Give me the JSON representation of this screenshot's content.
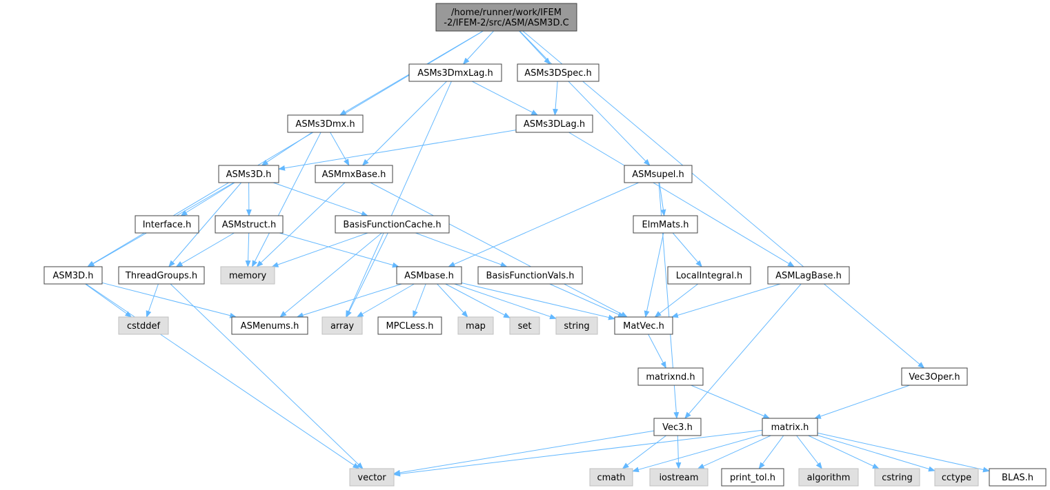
{
  "colors": {
    "edge": "#63b8ff",
    "node_border": "#404040",
    "root_fill": "#999999",
    "system_fill": "#e0e0e0",
    "node_fill": "#ffffff"
  },
  "nodes": [
    {
      "id": "root",
      "lines": [
        "/home/runner/work/IFEM",
        "-2/IFEM-2/src/ASM/ASM3D.C"
      ],
      "kind": "root"
    },
    {
      "id": "ASM3D_h",
      "lines": [
        "ASM3D.h"
      ],
      "kind": "file"
    },
    {
      "id": "ASMs3Dmx_h",
      "lines": [
        "ASMs3Dmx.h"
      ],
      "kind": "file"
    },
    {
      "id": "ASMs3DmxLag_h",
      "lines": [
        "ASMs3DmxLag.h"
      ],
      "kind": "file"
    },
    {
      "id": "ASMs3DSpec_h",
      "lines": [
        "ASMs3DSpec.h"
      ],
      "kind": "file"
    },
    {
      "id": "ASMs3DLag_h",
      "lines": [
        "ASMs3DLag.h"
      ],
      "kind": "file"
    },
    {
      "id": "ASMsupel_h",
      "lines": [
        "ASMsupel.h"
      ],
      "kind": "file"
    },
    {
      "id": "Vec3Oper_h",
      "lines": [
        "Vec3Oper.h"
      ],
      "kind": "file"
    },
    {
      "id": "ASMs3D_h",
      "lines": [
        "ASMs3D.h"
      ],
      "kind": "file"
    },
    {
      "id": "ASMmxBase_h",
      "lines": [
        "ASMmxBase.h"
      ],
      "kind": "file"
    },
    {
      "id": "Interface_h",
      "lines": [
        "Interface.h"
      ],
      "kind": "file"
    },
    {
      "id": "ASMstruct_h",
      "lines": [
        "ASMstruct.h"
      ],
      "kind": "file"
    },
    {
      "id": "BasisFunctionCache_h",
      "lines": [
        "BasisFunctionCache.h"
      ],
      "kind": "file"
    },
    {
      "id": "ElmMats_h",
      "lines": [
        "ElmMats.h"
      ],
      "kind": "file"
    },
    {
      "id": "ThreadGroups_h",
      "lines": [
        "ThreadGroups.h"
      ],
      "kind": "file"
    },
    {
      "id": "memory",
      "lines": [
        "memory"
      ],
      "kind": "system"
    },
    {
      "id": "ASMbase_h",
      "lines": [
        "ASMbase.h"
      ],
      "kind": "file"
    },
    {
      "id": "BasisFunctionVals_h",
      "lines": [
        "BasisFunctionVals.h"
      ],
      "kind": "file"
    },
    {
      "id": "LocalIntegral_h",
      "lines": [
        "LocalIntegral.h"
      ],
      "kind": "file"
    },
    {
      "id": "ASMLagBase_h",
      "lines": [
        "ASMLagBase.h"
      ],
      "kind": "file"
    },
    {
      "id": "cstddef",
      "lines": [
        "cstddef"
      ],
      "kind": "system"
    },
    {
      "id": "ASMenums_h",
      "lines": [
        "ASMenums.h"
      ],
      "kind": "file"
    },
    {
      "id": "array",
      "lines": [
        "array"
      ],
      "kind": "system"
    },
    {
      "id": "MPCLess_h",
      "lines": [
        "MPCLess.h"
      ],
      "kind": "file"
    },
    {
      "id": "map",
      "lines": [
        "map"
      ],
      "kind": "system"
    },
    {
      "id": "set",
      "lines": [
        "set"
      ],
      "kind": "system"
    },
    {
      "id": "string",
      "lines": [
        "string"
      ],
      "kind": "system"
    },
    {
      "id": "MatVec_h",
      "lines": [
        "MatVec.h"
      ],
      "kind": "file"
    },
    {
      "id": "matrixnd_h",
      "lines": [
        "matrixnd.h"
      ],
      "kind": "file"
    },
    {
      "id": "Vec3_h",
      "lines": [
        "Vec3.h"
      ],
      "kind": "file"
    },
    {
      "id": "matrix_h",
      "lines": [
        "matrix.h"
      ],
      "kind": "file"
    },
    {
      "id": "vector",
      "lines": [
        "vector"
      ],
      "kind": "system"
    },
    {
      "id": "cmath",
      "lines": [
        "cmath"
      ],
      "kind": "system"
    },
    {
      "id": "iostream",
      "lines": [
        "iostream"
      ],
      "kind": "system"
    },
    {
      "id": "print_tol_h",
      "lines": [
        "print_tol.h"
      ],
      "kind": "file"
    },
    {
      "id": "algorithm",
      "lines": [
        "algorithm"
      ],
      "kind": "system"
    },
    {
      "id": "cstring",
      "lines": [
        "cstring"
      ],
      "kind": "system"
    },
    {
      "id": "cctype",
      "lines": [
        "cctype"
      ],
      "kind": "system"
    },
    {
      "id": "BLAS_h",
      "lines": [
        "BLAS.h"
      ],
      "kind": "file"
    }
  ],
  "edges": [
    [
      "root",
      "ASM3D_h"
    ],
    [
      "root",
      "ASMs3Dmx_h"
    ],
    [
      "root",
      "ASMs3DmxLag_h"
    ],
    [
      "root",
      "ASMs3DSpec_h"
    ],
    [
      "root",
      "ASMsupel_h"
    ],
    [
      "root",
      "Vec3Oper_h"
    ],
    [
      "ASMs3DmxLag_h",
      "ASMs3DLag_h"
    ],
    [
      "ASMs3DmxLag_h",
      "ASMmxBase_h"
    ],
    [
      "ASMs3DmxLag_h",
      "array"
    ],
    [
      "ASMs3DSpec_h",
      "ASMs3DLag_h"
    ],
    [
      "ASMs3Dmx_h",
      "ASMs3D_h"
    ],
    [
      "ASMs3Dmx_h",
      "ASMmxBase_h"
    ],
    [
      "ASMs3Dmx_h",
      "memory"
    ],
    [
      "ASMs3DLag_h",
      "ASMs3D_h"
    ],
    [
      "ASMs3DLag_h",
      "ASMLagBase_h"
    ],
    [
      "ASMs3D_h",
      "ASM3D_h"
    ],
    [
      "ASMs3D_h",
      "Interface_h"
    ],
    [
      "ASMs3D_h",
      "ASMstruct_h"
    ],
    [
      "ASMs3D_h",
      "BasisFunctionCache_h"
    ],
    [
      "ASMs3D_h",
      "ThreadGroups_h"
    ],
    [
      "ASMmxBase_h",
      "memory"
    ],
    [
      "ASMmxBase_h",
      "MatVec_h"
    ],
    [
      "ASMstruct_h",
      "memory"
    ],
    [
      "ASMstruct_h",
      "ThreadGroups_h"
    ],
    [
      "ASMstruct_h",
      "ASMbase_h"
    ],
    [
      "BasisFunctionCache_h",
      "memory"
    ],
    [
      "BasisFunctionCache_h",
      "BasisFunctionVals_h"
    ],
    [
      "BasisFunctionCache_h",
      "ASMenums_h"
    ],
    [
      "BasisFunctionCache_h",
      "array"
    ],
    [
      "ASMsupel_h",
      "ElmMats_h"
    ],
    [
      "ASMsupel_h",
      "ASMbase_h"
    ],
    [
      "ASMsupel_h",
      "Vec3_h"
    ],
    [
      "ElmMats_h",
      "LocalIntegral_h"
    ],
    [
      "ElmMats_h",
      "MatVec_h"
    ],
    [
      "LocalIntegral_h",
      "MatVec_h"
    ],
    [
      "ASMLagBase_h",
      "MatVec_h"
    ],
    [
      "ASMLagBase_h",
      "Vec3_h"
    ],
    [
      "BasisFunctionVals_h",
      "MatVec_h"
    ],
    [
      "ASM3D_h",
      "cstddef"
    ],
    [
      "ASM3D_h",
      "ASMenums_h"
    ],
    [
      "ASM3D_h",
      "vector"
    ],
    [
      "ThreadGroups_h",
      "cstddef"
    ],
    [
      "ThreadGroups_h",
      "vector"
    ],
    [
      "ASMbase_h",
      "ASMenums_h"
    ],
    [
      "ASMbase_h",
      "array"
    ],
    [
      "ASMbase_h",
      "MPCLess_h"
    ],
    [
      "ASMbase_h",
      "map"
    ],
    [
      "ASMbase_h",
      "set"
    ],
    [
      "ASMbase_h",
      "string"
    ],
    [
      "ASMbase_h",
      "MatVec_h"
    ],
    [
      "MatVec_h",
      "matrixnd_h"
    ],
    [
      "matrixnd_h",
      "matrix_h"
    ],
    [
      "Vec3Oper_h",
      "matrix_h"
    ],
    [
      "Vec3_h",
      "vector"
    ],
    [
      "Vec3_h",
      "cmath"
    ],
    [
      "Vec3_h",
      "iostream"
    ],
    [
      "matrix_h",
      "vector"
    ],
    [
      "matrix_h",
      "cmath"
    ],
    [
      "matrix_h",
      "iostream"
    ],
    [
      "matrix_h",
      "print_tol_h"
    ],
    [
      "matrix_h",
      "algorithm"
    ],
    [
      "matrix_h",
      "cstring"
    ],
    [
      "matrix_h",
      "cctype"
    ],
    [
      "matrix_h",
      "BLAS_h"
    ]
  ]
}
